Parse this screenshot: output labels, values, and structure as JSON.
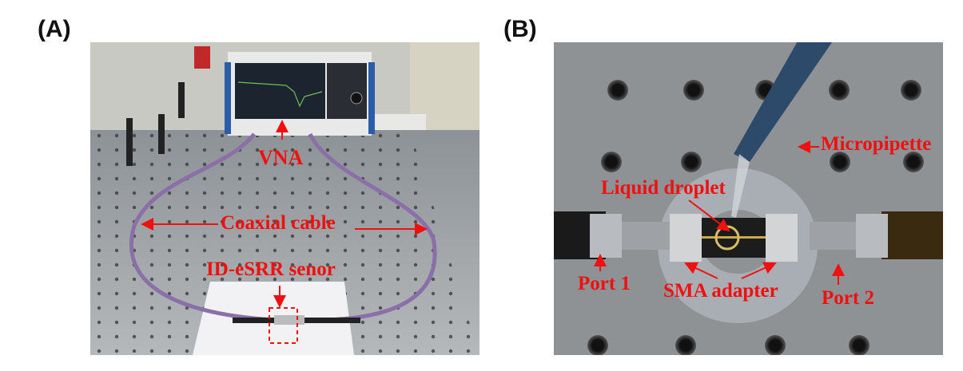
{
  "panels": [
    {
      "label": "(A)",
      "annotations": {
        "vna": "VNA",
        "coaxial_cable": "Coaxial cable",
        "sensor": "ID-eSRR senor"
      }
    },
    {
      "label": "(B)",
      "annotations": {
        "micropipette": "Micropipette",
        "liquid_droplet": "Liquid droplet",
        "port1": "Port 1",
        "sma_adapter": "SMA adapter",
        "port2": "Port 2"
      }
    }
  ],
  "colors": {
    "annotation": "#f01010",
    "table": "#9ea3a8",
    "cable": "#8a6fa8"
  }
}
